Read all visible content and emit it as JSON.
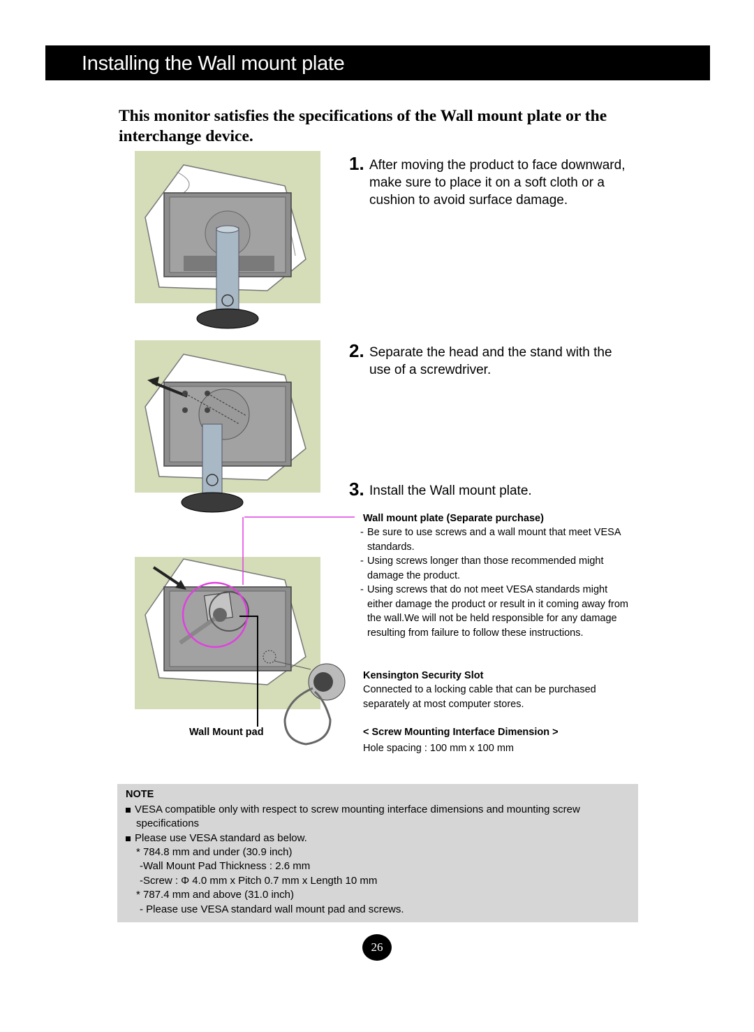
{
  "header": {
    "title": "Installing the Wall mount plate"
  },
  "intro": {
    "text": "This monitor satisfies the specifications of the  Wall mount plate or the interchange device."
  },
  "steps": [
    {
      "number": "1.",
      "text": "After moving the product to face downward, make sure to place it on a soft cloth or a cushion to avoid surface damage."
    },
    {
      "number": "2.",
      "text": "Separate the head and the stand with the use of a screwdriver."
    },
    {
      "number": "3.",
      "text": "Install the Wall mount plate."
    }
  ],
  "wall_mount": {
    "title": "Wall mount plate (Separate purchase)",
    "bullets": [
      {
        "dash": "-",
        "text": "Be sure to use screws and a wall mount that meet VESA standards."
      },
      {
        "dash": "-",
        "text": "Using screws longer than those recommended might damage the product."
      },
      {
        "dash": "-",
        "text": "Using screws that do not meet VESA standards might either damage the product or result in it coming away from the wall.We will not be held responsible for any damage resulting from failure to follow these instructions."
      }
    ]
  },
  "kensington": {
    "title": "Kensington Security Slot",
    "text": "Connected to a locking  cable that can be purchased separately at most computer stores."
  },
  "screw_interface": {
    "title": "< Screw Mounting Interface Dimension >",
    "text": "Hole spacing : 100 mm x 100 mm"
  },
  "diagram": {
    "wall_mount_pad_label": "Wall Mount pad"
  },
  "note": {
    "title": "NOTE",
    "lines": [
      "VESA compatible only with respect to screw mounting interface dimensions and mounting screw",
      "specifications",
      "Please use VESA standard as below.",
      "* 784.8 mm and under (30.9 inch)",
      "-Wall Mount Pad Thickness :  2.6 mm",
      "-Screw :   Φ 4.0 mm x Pitch 0.7 mm x Length 10 mm",
      "* 787.4 mm and above (31.0 inch)",
      "- Please use VESA standard wall mount pad and screws."
    ]
  },
  "page_number": "26",
  "colors": {
    "header_bg": "#000000",
    "panel_bg": "#d4ddb8",
    "note_bg": "#d6d6d6",
    "callout": "#e040e0"
  }
}
